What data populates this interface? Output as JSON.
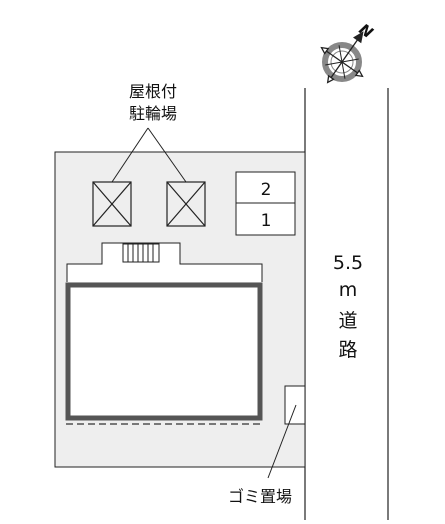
{
  "labels": {
    "bike_parking_line1": "屋根付",
    "bike_parking_line2": "駐輪場",
    "lot_2": "2",
    "lot_1": "1",
    "road_line1": "5.5",
    "road_line2": "m",
    "road_line3": "道",
    "road_line4": "路",
    "garbage": "ゴミ置場",
    "north_mark": "N"
  },
  "colors": {
    "site_fill": "#eeeeee",
    "building_outline": "#555555",
    "line": "#222222",
    "compass_ring": "#888888"
  },
  "icons": {
    "compass": "north-arrow-compass-icon",
    "bike_parking": "crossed-box-icon",
    "stairs": "stairs-icon"
  }
}
